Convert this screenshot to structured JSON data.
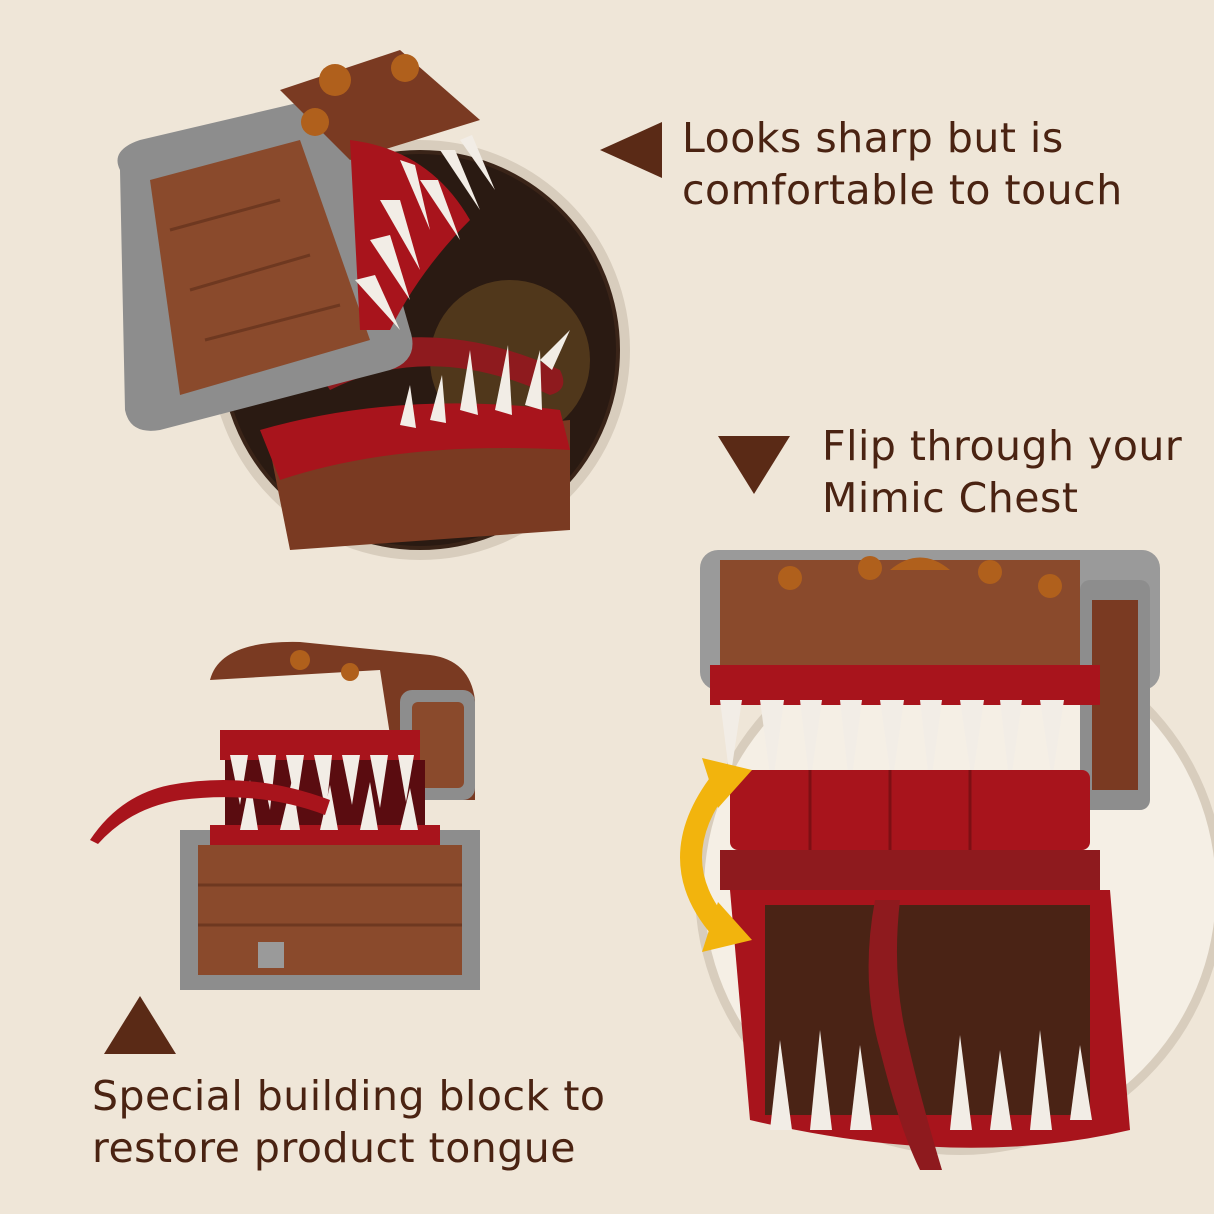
{
  "captions": {
    "top_right": {
      "line1": "Looks sharp but is",
      "line2": "comfortable to touch"
    },
    "mid_right": {
      "line1": "Flip through your",
      "line2": "Mimic Chest"
    },
    "bottom_left": {
      "line1": "Special building block to",
      "line2": "restore product tongue"
    }
  },
  "colors": {
    "background": "#efe6d8",
    "text": "#4a2312",
    "arrow": "#5a2a16",
    "chest_brown": "#8a4a2c",
    "frame_gray": "#9a9a9a",
    "mouth_red": "#a8141c",
    "teeth": "#f2ede6",
    "flip_arrow": "#f2b40d"
  },
  "icons": {
    "pointer_left": "triangle-left-icon",
    "pointer_down": "triangle-down-icon",
    "pointer_up": "triangle-up-icon",
    "flip": "double-curved-arrow-icon"
  }
}
